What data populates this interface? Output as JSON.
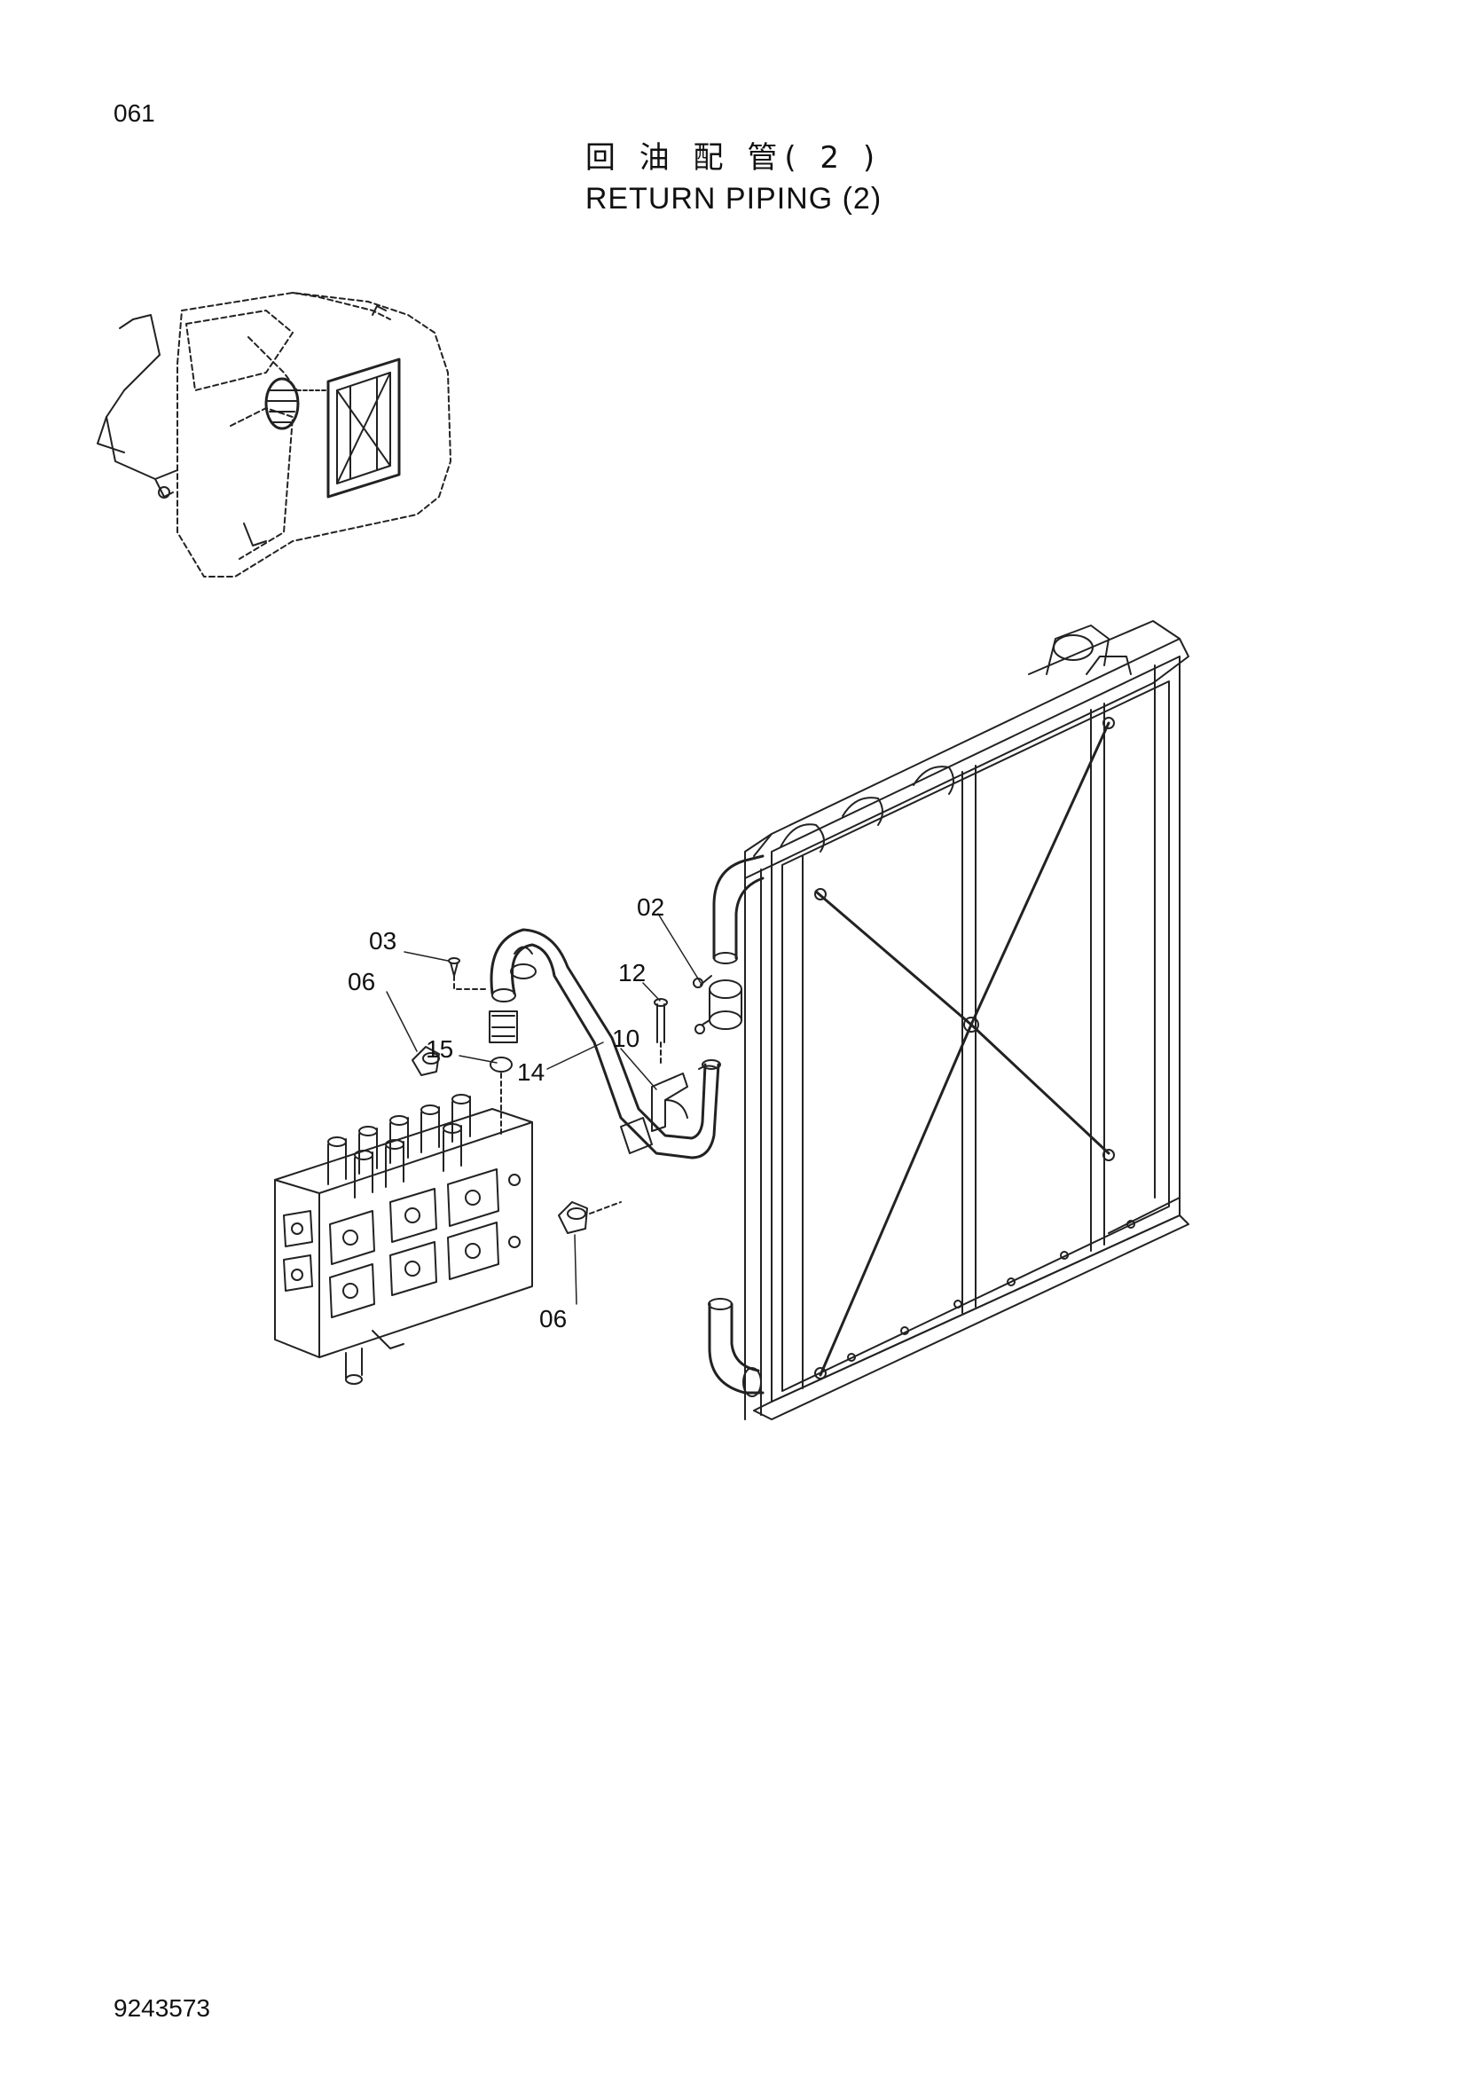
{
  "header": {
    "page_number": "061",
    "title_cn": "回 油 配 管( 2 )",
    "title_en": "RETURN PIPING (2)"
  },
  "diagram": {
    "callouts": [
      {
        "id": "02",
        "label": "02"
      },
      {
        "id": "03",
        "label": "03"
      },
      {
        "id": "06a",
        "label": "06"
      },
      {
        "id": "12",
        "label": "12"
      },
      {
        "id": "15",
        "label": "15"
      },
      {
        "id": "10",
        "label": "10"
      },
      {
        "id": "14",
        "label": "14"
      },
      {
        "id": "06b",
        "label": "06"
      }
    ]
  },
  "footer": {
    "doc_number": "9243573"
  }
}
